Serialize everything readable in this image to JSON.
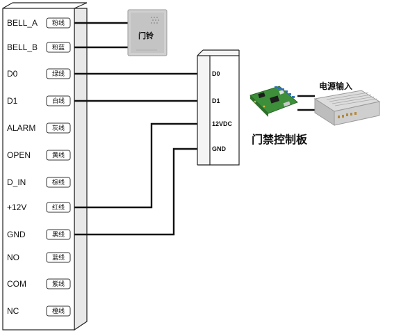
{
  "reader": {
    "pins": [
      {
        "pin": "BELL_A",
        "wire": "粉线"
      },
      {
        "pin": "BELL_B",
        "wire": "粉蓝"
      },
      {
        "pin": "D0",
        "wire": "绿线"
      },
      {
        "pin": "D1",
        "wire": "白线"
      },
      {
        "pin": "ALARM",
        "wire": "灰线"
      },
      {
        "pin": "OPEN",
        "wire": "黄线"
      },
      {
        "pin": "D_IN",
        "wire": "棕线"
      },
      {
        "pin": "+12V",
        "wire": "红线"
      },
      {
        "pin": "GND",
        "wire": "黑线"
      },
      {
        "pin": "NO",
        "wire": "蓝线"
      },
      {
        "pin": "COM",
        "wire": "紫线"
      },
      {
        "pin": "NC",
        "wire": "橙线"
      }
    ]
  },
  "doorbell": {
    "label": "门铃"
  },
  "controller_terminal": {
    "terminals": [
      "D0",
      "D1",
      "12VDC",
      "GND"
    ]
  },
  "controller": {
    "label": "门禁控制板"
  },
  "power_supply": {
    "label": "电源输入"
  }
}
